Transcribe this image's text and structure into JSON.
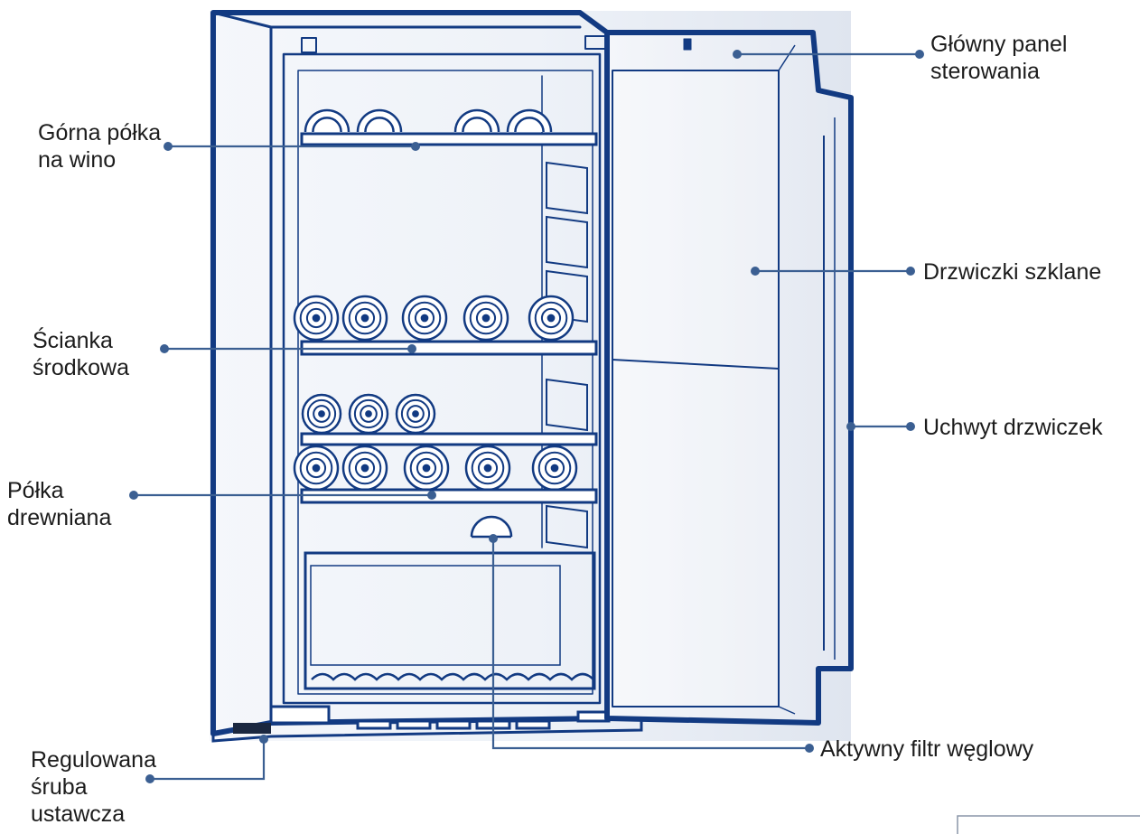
{
  "labels": {
    "top_panel": [
      "Główny panel",
      "sterowania"
    ],
    "top_shelf": [
      "Górna półka",
      "na wino"
    ],
    "glass_door": [
      "Drzwiczki szklane"
    ],
    "middle_wall": [
      "Ścianka",
      "środkowa"
    ],
    "door_handle": [
      "Uchwyt drzwiczek"
    ],
    "wood_shelf": [
      "Półka",
      "drewniana"
    ],
    "level_screw": [
      "Regulowana",
      "śruba",
      "ustawcza"
    ],
    "carbon_filter": [
      "Aktywny filtr węglowy"
    ]
  },
  "colors": {
    "outline": "#123a82",
    "leader": "#3b5f92",
    "background_panel": "#e4e9f2",
    "text": "#1c1c1c"
  }
}
